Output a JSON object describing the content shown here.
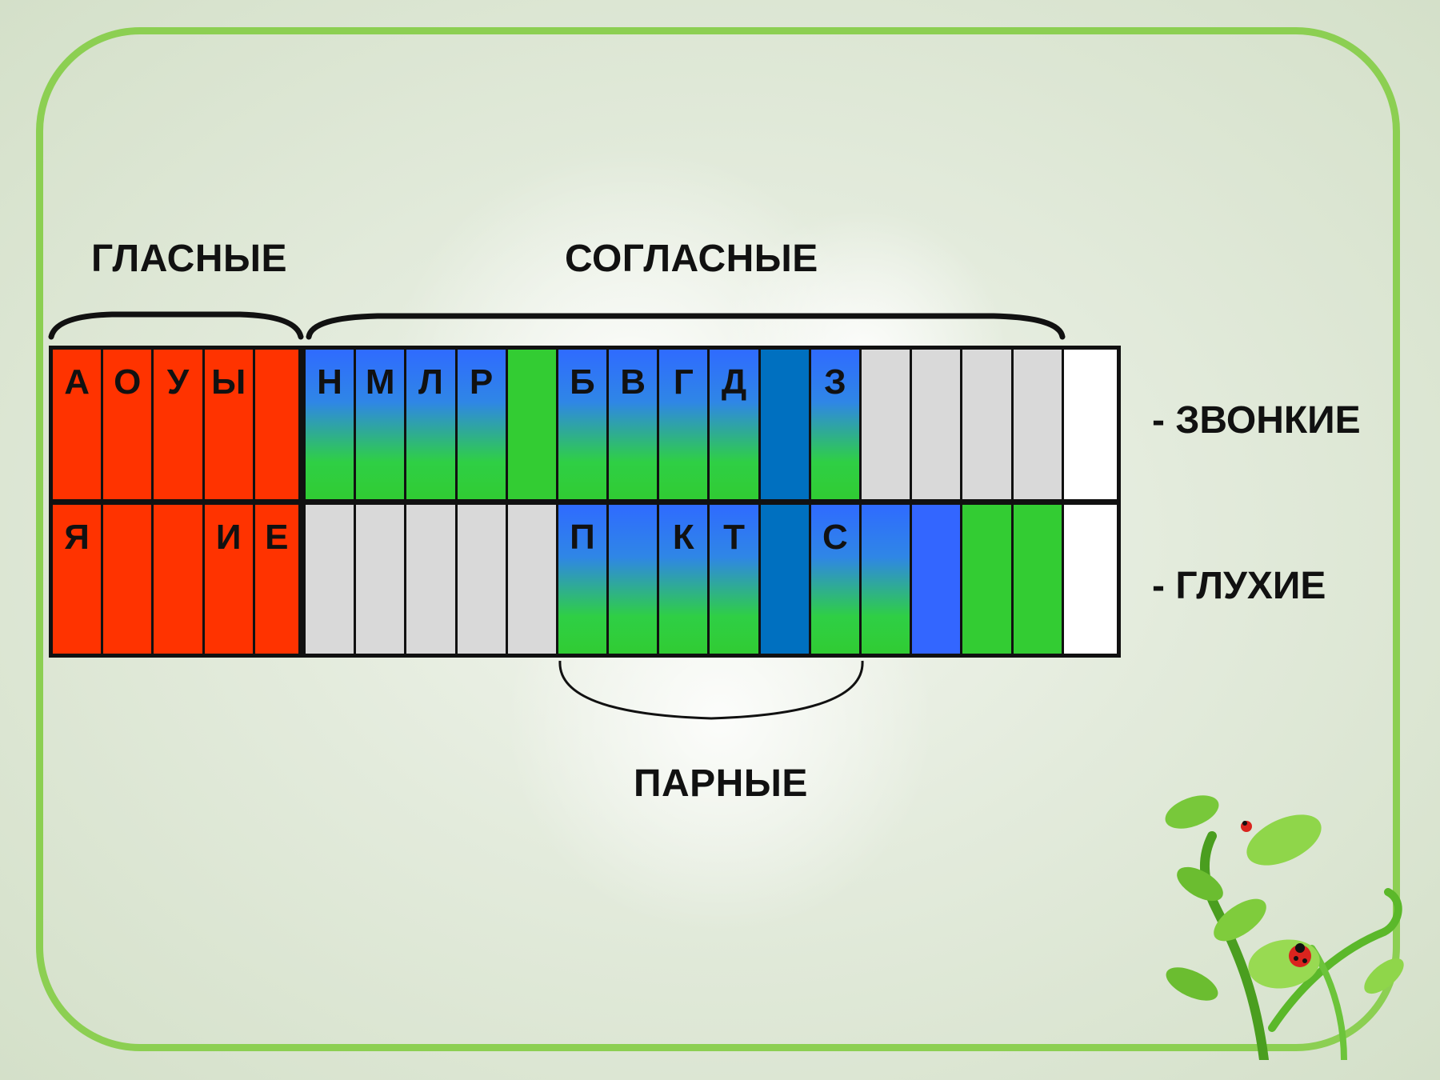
{
  "headings": {
    "vowels": "ГЛАСНЫЕ",
    "consonants": "СОГЛАСНЫЕ",
    "paired": "ПАРНЫЕ"
  },
  "legend": {
    "voiced": "-  ЗВОНКИЕ",
    "voiceless": "-  ГЛУХИЕ"
  },
  "colors": {
    "vowel": "#ff3300",
    "sonorant_blend": "gradient blue-to-green",
    "green": "#33cc33",
    "dark_blue": "#0070c0",
    "blue": "#3366ff",
    "empty": "#d9d9d9",
    "frame": "#8ccf52"
  },
  "table": {
    "top_row": [
      {
        "letter": "А",
        "fill": "red"
      },
      {
        "letter": "О",
        "fill": "red"
      },
      {
        "letter": "У",
        "fill": "red"
      },
      {
        "letter": "Ы",
        "fill": "red"
      },
      {
        "letter": "",
        "fill": "red"
      },
      {
        "letter": "Н",
        "fill": "blend"
      },
      {
        "letter": "М",
        "fill": "blend"
      },
      {
        "letter": "Л",
        "fill": "blend"
      },
      {
        "letter": "Р",
        "fill": "blend"
      },
      {
        "letter": "",
        "fill": "green"
      },
      {
        "letter": "Б",
        "fill": "blend"
      },
      {
        "letter": "В",
        "fill": "blend"
      },
      {
        "letter": "Г",
        "fill": "blend"
      },
      {
        "letter": "Д",
        "fill": "blend"
      },
      {
        "letter": "",
        "fill": "darkblue"
      },
      {
        "letter": "З",
        "fill": "blend"
      },
      {
        "letter": "",
        "fill": "grey"
      },
      {
        "letter": "",
        "fill": "grey"
      },
      {
        "letter": "",
        "fill": "grey"
      },
      {
        "letter": "",
        "fill": "grey"
      },
      {
        "letter": "",
        "fill": "white"
      }
    ],
    "bottom_row": [
      {
        "letter": "Я",
        "fill": "red"
      },
      {
        "letter": "",
        "fill": "red"
      },
      {
        "letter": "",
        "fill": "red"
      },
      {
        "letter": "И",
        "fill": "red"
      },
      {
        "letter": "Е",
        "fill": "red"
      },
      {
        "letter": "",
        "fill": "grey"
      },
      {
        "letter": "",
        "fill": "grey"
      },
      {
        "letter": "",
        "fill": "grey"
      },
      {
        "letter": "",
        "fill": "grey"
      },
      {
        "letter": "",
        "fill": "grey"
      },
      {
        "letter": "П",
        "fill": "blend"
      },
      {
        "letter": "",
        "fill": "blend"
      },
      {
        "letter": "К",
        "fill": "blend"
      },
      {
        "letter": "Т",
        "fill": "blend"
      },
      {
        "letter": "",
        "fill": "darkblue"
      },
      {
        "letter": "С",
        "fill": "blend"
      },
      {
        "letter": "",
        "fill": "blend"
      },
      {
        "letter": "",
        "fill": "blue"
      },
      {
        "letter": "",
        "fill": "green"
      },
      {
        "letter": "",
        "fill": "green"
      },
      {
        "letter": "",
        "fill": "white"
      }
    ]
  },
  "decorations": {
    "plant": "sprout-with-ladybugs-icon"
  }
}
